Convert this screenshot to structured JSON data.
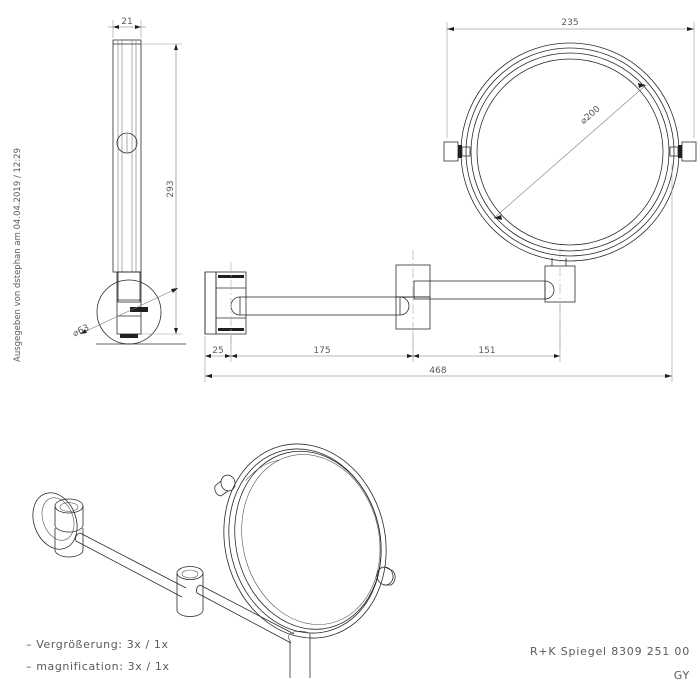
{
  "document": {
    "stamp_text": "Ausgegeben von dstephan am 04.04.2019 / 12:29",
    "title_line1": "R+K  Spiegel  8309  251  00",
    "title_line2": "GY"
  },
  "notes": {
    "line1": "–  Vergrößerung: 3x  /  1x",
    "line2": "–  magnification: 3x  /  1x"
  },
  "side_view": {
    "name": "side-elevation",
    "dim_width": "21",
    "dim_height": "293",
    "dim_flange": "⌀63",
    "logo": "franke-logo"
  },
  "front_view": {
    "name": "front-elevation",
    "dim_outer_width": "235",
    "dim_mirror_diameter": "⌀200",
    "dim_wall_plate": "25",
    "dim_arm_first": "175",
    "dim_arm_second": "151",
    "dim_total_reach": "468"
  },
  "iso_view": {
    "name": "isometric-view"
  },
  "colors": {
    "line": "#2b2b2b",
    "dimension": "#777777",
    "text": "#5a5a5a",
    "background": "#ffffff"
  }
}
